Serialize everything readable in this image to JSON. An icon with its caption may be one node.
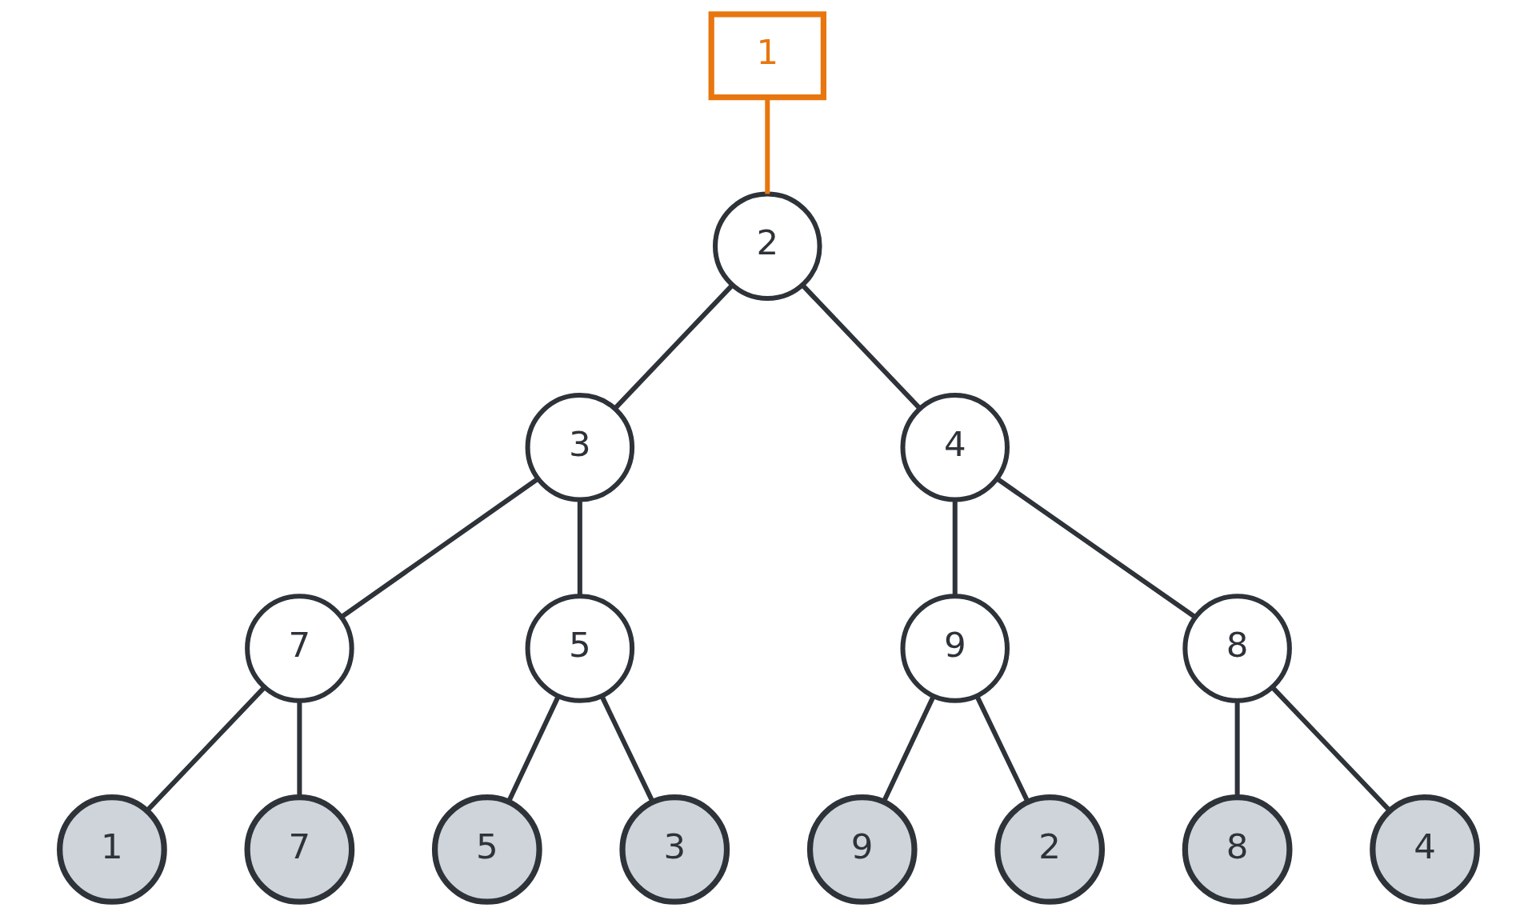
{
  "diagram": {
    "nodes": [
      {
        "text": [
          "1"
        ]
      },
      {
        "text": [
          "2"
        ]
      },
      {
        "text": [
          "3"
        ]
      },
      {
        "text": [
          "4"
        ]
      },
      {
        "text": [
          "7"
        ]
      },
      {
        "text": [
          "5"
        ]
      },
      {
        "text": [
          "9"
        ]
      },
      {
        "text": [
          "8"
        ]
      },
      {
        "text": [
          "1"
        ]
      },
      {
        "text": [
          "7"
        ]
      },
      {
        "text": [
          "5"
        ]
      },
      {
        "text": [
          "3"
        ]
      },
      {
        "text": [
          "9"
        ]
      },
      {
        "text": [
          "2"
        ]
      },
      {
        "text": [
          "8"
        ]
      },
      {
        "text": [
          "4"
        ]
      }
    ],
    "edges": [
      {
        "from": 0,
        "to": 1,
        "arrow": "none",
        "color": "#e8760f"
      },
      {
        "from": 1,
        "to": 2,
        "arrow": "none"
      },
      {
        "from": 1,
        "to": 3,
        "arrow": "none"
      },
      {
        "from": 2,
        "to": 4,
        "arrow": "none"
      },
      {
        "from": 2,
        "to": 5,
        "arrow": "none"
      },
      {
        "from": 3,
        "to": 6,
        "arrow": "none"
      },
      {
        "from": 3,
        "to": 7,
        "arrow": "none"
      },
      {
        "from": 4,
        "to": 8,
        "arrow": "none"
      },
      {
        "from": 4,
        "to": 9,
        "arrow": "none"
      },
      {
        "from": 5,
        "to": 10,
        "arrow": "none"
      },
      {
        "from": 5,
        "to": 11,
        "arrow": "none"
      },
      {
        "from": 6,
        "to": 12,
        "arrow": "none"
      },
      {
        "from": 6,
        "to": 13,
        "arrow": "none"
      },
      {
        "from": 7,
        "to": 14,
        "arrow": "none"
      },
      {
        "from": 7,
        "to": 15,
        "arrow": "none"
      }
    ]
  }
}
